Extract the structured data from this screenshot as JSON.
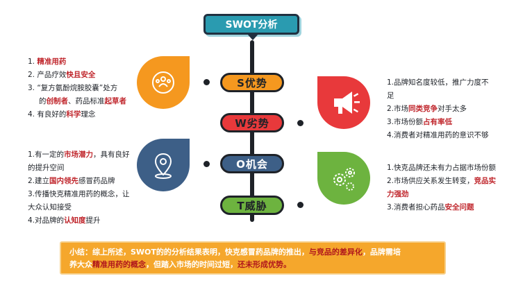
{
  "title": "SWOT分析",
  "labels": {
    "s": "S优势",
    "w": "W劣势",
    "o": "O机会",
    "t": "T威胁"
  },
  "strengths": {
    "item1": {
      "prefix": "1. ",
      "hl": "精准用药"
    },
    "item2": {
      "prefix": "2. 产品疗效",
      "hl": "快且安全"
    },
    "item3": {
      "line1": "3. “复方氨酚烷胺胶囊”处方",
      "line2_prefix": "的",
      "hl1": "创制者",
      "mid": "、药品标准",
      "hl2": "起草者"
    },
    "item4": {
      "prefix": "4. 有良好的",
      "hl": "科学",
      "suffix": "理念"
    }
  },
  "weaknesses": {
    "item1_line1": "1.品牌知名度较低，推广力度不",
    "item1_line2": "足",
    "item2": {
      "prefix": "2.市场",
      "hl": "同类竞争",
      "suffix": "对手太多"
    },
    "item3": {
      "prefix": "3.市场份额",
      "hl": "占有率低"
    },
    "item4": "4.消费者对精准用药的意识不够"
  },
  "opportunities": {
    "item1": {
      "prefix": "1.有一定的",
      "hl": "市场潜力",
      "suffix": "，具有良好"
    },
    "item1_line2": "的提升空间",
    "item2": {
      "prefix": "2.建立",
      "hl": "国内领先",
      "suffix": "感冒药品牌"
    },
    "item3_line1": "3.传播快克精准用药的概念，让",
    "item3_line2": "大众认知接受",
    "item4": {
      "prefix": "4.对品牌的",
      "hl": "认知度",
      "suffix": "提升"
    }
  },
  "threats": {
    "item1": "1.快克品牌还未有力占据市场份额",
    "item2": {
      "prefix": "2.市场供应关系发生转变，",
      "hl_a": "竞品实",
      "hl_b": "力强劲"
    },
    "item3": {
      "prefix": "3.消费者担心药品",
      "hl": "安全问题"
    }
  },
  "summary": {
    "t1": "小结：综上所述，SWOT的的分析结果表明，快克感冒药品牌的推出，",
    "hl1": "与竞品的差异化",
    "t2": "，品牌需培",
    "t3": "养大众",
    "hl2": "精准用药的概念",
    "t4": "，但踏入市场的时间过短，",
    "hl3": "还未形成优势。"
  },
  "colors": {
    "orange": "#f5981f",
    "red": "#e8393b",
    "blue": "#3d5f87",
    "green": "#6db33f",
    "teal": "#2a9bb0",
    "highlight": "#c0272d"
  },
  "icons": [
    "team-icon",
    "megaphone-icon",
    "location-pin-icon",
    "gears-icon"
  ]
}
